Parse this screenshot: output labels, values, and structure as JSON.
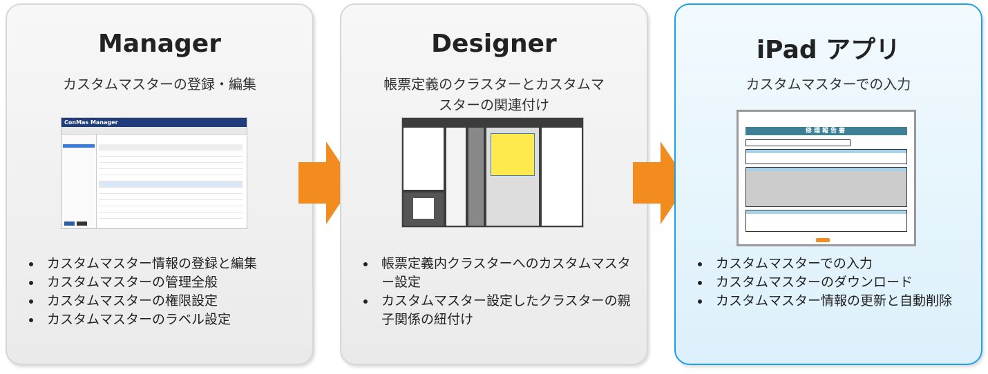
{
  "panels": [
    {
      "title": "Manager",
      "subtitle": "カスタムマスターの登録・編集",
      "screenshot_title": "ConMas Manager",
      "bullets": [
        "カスタムマスター情報の登録と編集",
        "カスタムマスターの管理全般",
        "カスタムマスターの権限設定",
        "カスタムマスターのラベル設定"
      ]
    },
    {
      "title": "Designer",
      "subtitle": "帳票定義のクラスターとカスタムマスターの関連付け",
      "bullets": [
        "帳票定義内クラスターへのカスタムマスター設定",
        "カスタムマスター設定したクラスターの親子関係の紐付け"
      ]
    },
    {
      "title": "iPad アプリ",
      "subtitle": "カスタムマスターでの入力",
      "screenshot_title": "修理報告書",
      "bullets": [
        "カスタムマスターでの入力",
        "カスタムマスターのダウンロード",
        "カスタムマスター情報の更新と自動削除"
      ]
    }
  ],
  "colors": {
    "arrow": "#f28c1e",
    "ipad_border": "#1ea0e6"
  }
}
